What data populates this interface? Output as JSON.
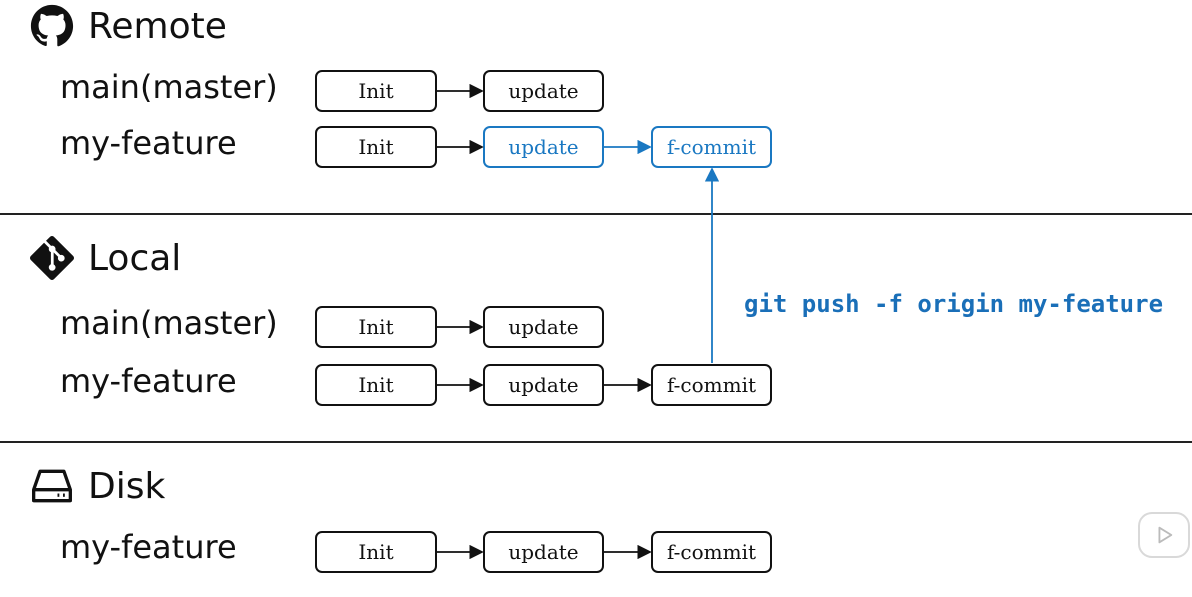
{
  "sections": {
    "remote": {
      "title": "Remote",
      "icon": "github-icon"
    },
    "local": {
      "title": "Local",
      "icon": "git-icon"
    },
    "disk": {
      "title": "Disk",
      "icon": "hard-drive-icon"
    }
  },
  "remote": {
    "main_label": "main(master)",
    "feature_label": "my-feature",
    "main_commits": [
      "Init",
      "update"
    ],
    "feature_commits": [
      "Init",
      "update",
      "f-commit"
    ]
  },
  "local": {
    "main_label": "main(master)",
    "feature_label": "my-feature",
    "main_commits": [
      "Init",
      "update"
    ],
    "feature_commits": [
      "Init",
      "update",
      "f-commit"
    ]
  },
  "disk": {
    "feature_label": "my-feature",
    "feature_commits": [
      "Init",
      "update",
      "f-commit"
    ]
  },
  "command": "git push -f origin my-feature",
  "colors": {
    "highlight": "#1a78c2",
    "ink": "#111111"
  },
  "player": {
    "icon": "play-icon"
  }
}
